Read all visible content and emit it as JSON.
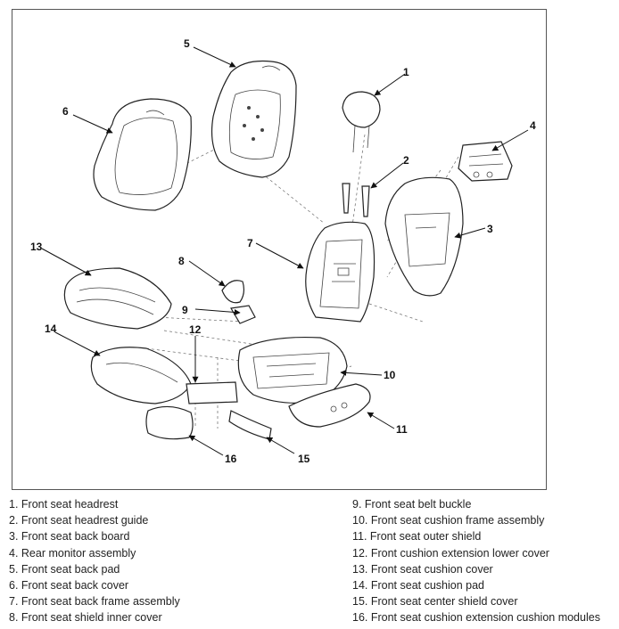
{
  "callouts": [
    "1",
    "2",
    "3",
    "4",
    "5",
    "6",
    "7",
    "8",
    "9",
    "10",
    "11",
    "12",
    "13",
    "14",
    "15",
    "16"
  ],
  "legend_left": [
    "1. Front seat headrest",
    "2. Front seat headrest guide",
    "3. Front seat back board",
    "4. Rear monitor assembly",
    "5. Front seat back pad",
    "6. Front seat back cover",
    "7. Front seat back frame assembly",
    "8. Front seat shield inner cover"
  ],
  "legend_right": [
    "9. Front seat belt buckle",
    "10. Front seat cushion frame assembly",
    "11. Front seat outer shield",
    "12. Front cushion extension lower cover",
    "13. Front seat cushion cover",
    "14. Front seat cushion pad",
    "15. Front seat center shield cover",
    "16. Front seat cushion extension cushion modules"
  ]
}
